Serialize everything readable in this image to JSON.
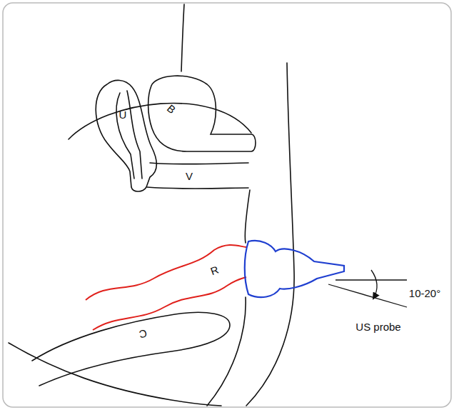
{
  "diagram": {
    "labels": [
      "U",
      "B",
      "V",
      "R",
      "C",
      "US probe",
      "10-20°"
    ]
  }
}
